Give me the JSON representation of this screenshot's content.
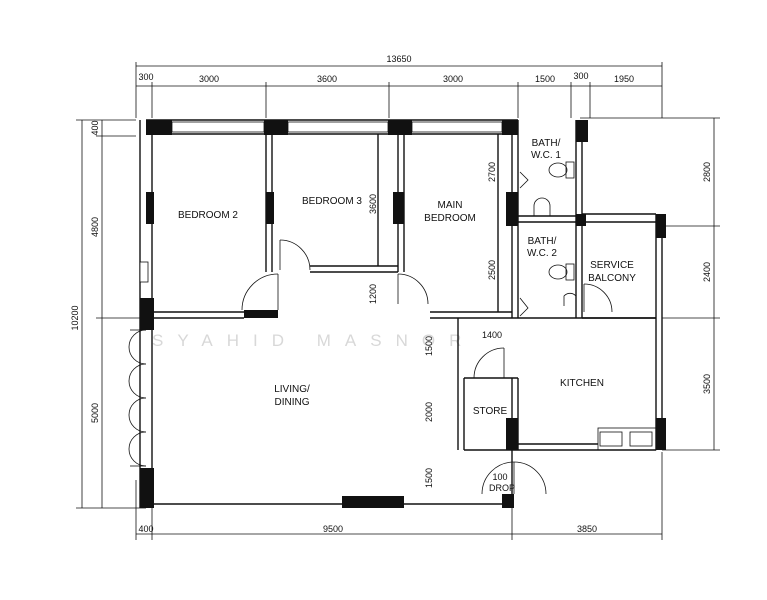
{
  "plan": {
    "watermark": "SYAHID MASNOR",
    "top_dims": {
      "overall": "13650",
      "segments": [
        "300",
        "3000",
        "3600",
        "3000",
        "1500",
        "300",
        "1950"
      ]
    },
    "bottom_dims": [
      "400",
      "9500",
      "3850"
    ],
    "left_dims": {
      "overall": "10200",
      "segments": [
        "400",
        "4800",
        "5000"
      ]
    },
    "right_dims": [
      "2800",
      "2400",
      "3500"
    ],
    "interior_dims": {
      "bedroom3_wall": "3600",
      "corridor": "1200",
      "bath1_height": "2700",
      "bath2_height": "2500",
      "living_1": "1500",
      "living_2": "2000",
      "living_3": "1500",
      "store_width": "1400",
      "drop": "100\nDROP"
    },
    "rooms": {
      "bedroom2": "BEDROOM 2",
      "bedroom3": "BEDROOM 3",
      "main_bedroom_l1": "MAIN",
      "main_bedroom_l2": "BEDROOM",
      "bath1_l1": "BATH/",
      "bath1_l2": "W.C. 1",
      "bath2_l1": "BATH/",
      "bath2_l2": "W.C. 2",
      "service_l1": "SERVICE",
      "service_l2": "BALCONY",
      "living_l1": "LIVING/",
      "living_l2": "DINING",
      "kitchen": "KITCHEN",
      "store": "STORE",
      "drop_l1": "100",
      "drop_l2": "DROP"
    }
  }
}
